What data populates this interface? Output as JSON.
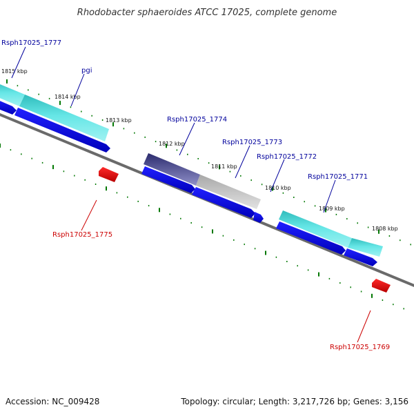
{
  "title": "Rhodobacter sphaeroides ATCC 17025, complete genome",
  "footer": {
    "accession": "Accession: NC_009428",
    "stats": "Topology: circular; Length: 3,217,726 bp; Genes: 3,156"
  },
  "colors": {
    "forward_label": "#00009c",
    "reverse_label": "#cc0000",
    "cds_forward": "#0000ee",
    "cds_reverse": "#ee0000",
    "rna_cyan": "#33cccc",
    "rna_purple": "#3a3a80",
    "rna_gray": "#b0b0b0",
    "backbone": "#777777",
    "tick": "#007700"
  },
  "kbp_labels": [
    "1815 kbp",
    "1814 kbp",
    "1813 kbp",
    "1812 kbp",
    "1811 kbp",
    "1810 kbp",
    "1809 kbp",
    "1808 kbp"
  ],
  "genes": [
    {
      "id": "Rsph17025_1777",
      "strand": "forward"
    },
    {
      "id": "pgi",
      "strand": "forward"
    },
    {
      "id": "Rsph17025_1774",
      "strand": "forward"
    },
    {
      "id": "Rsph17025_1773",
      "strand": "forward"
    },
    {
      "id": "Rsph17025_1772",
      "strand": "forward"
    },
    {
      "id": "Rsph17025_1771",
      "strand": "forward"
    },
    {
      "id": "Rsph17025_1775",
      "strand": "reverse"
    },
    {
      "id": "Rsph17025_1769",
      "strand": "reverse"
    }
  ]
}
